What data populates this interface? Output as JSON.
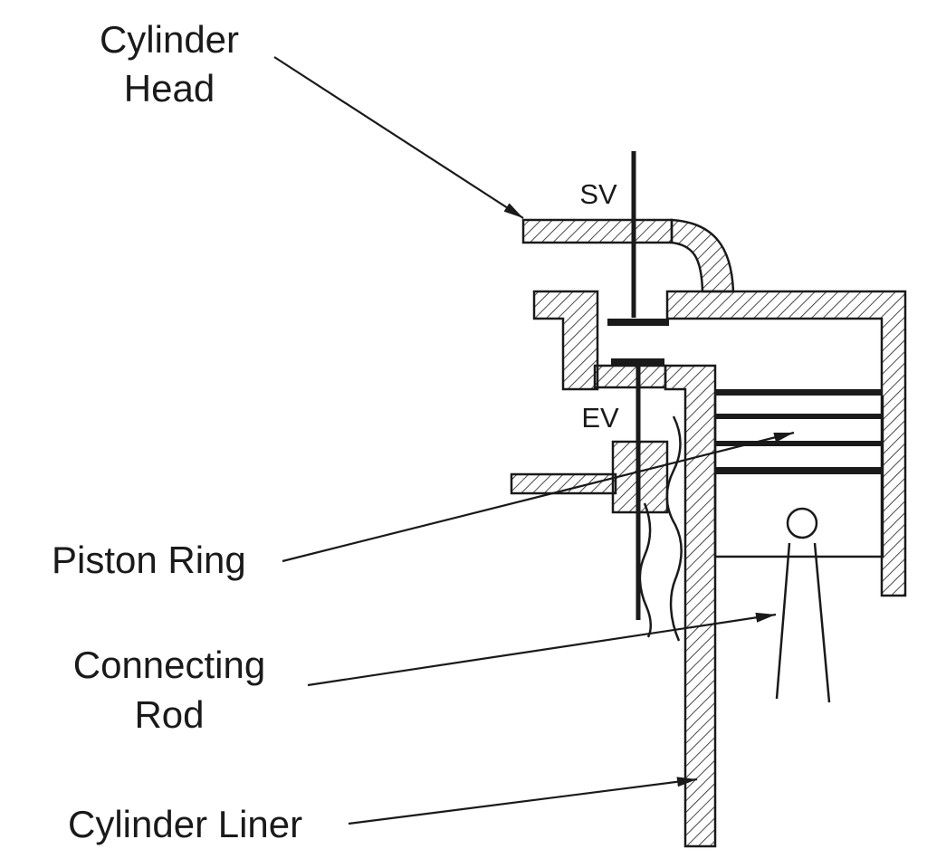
{
  "diagram": {
    "background": "#ffffff",
    "line_color": "#1a1a1a",
    "labels": {
      "cylinder_head_line1": "Cylinder",
      "cylinder_head_line2": "Head",
      "suction_valve": "SV",
      "exhaust_valve": "EV",
      "piston_ring": "Piston Ring",
      "connecting_rod_line1": "Connecting",
      "connecting_rod_line2": "Rod",
      "cylinder_liner": "Cylinder Liner"
    }
  }
}
